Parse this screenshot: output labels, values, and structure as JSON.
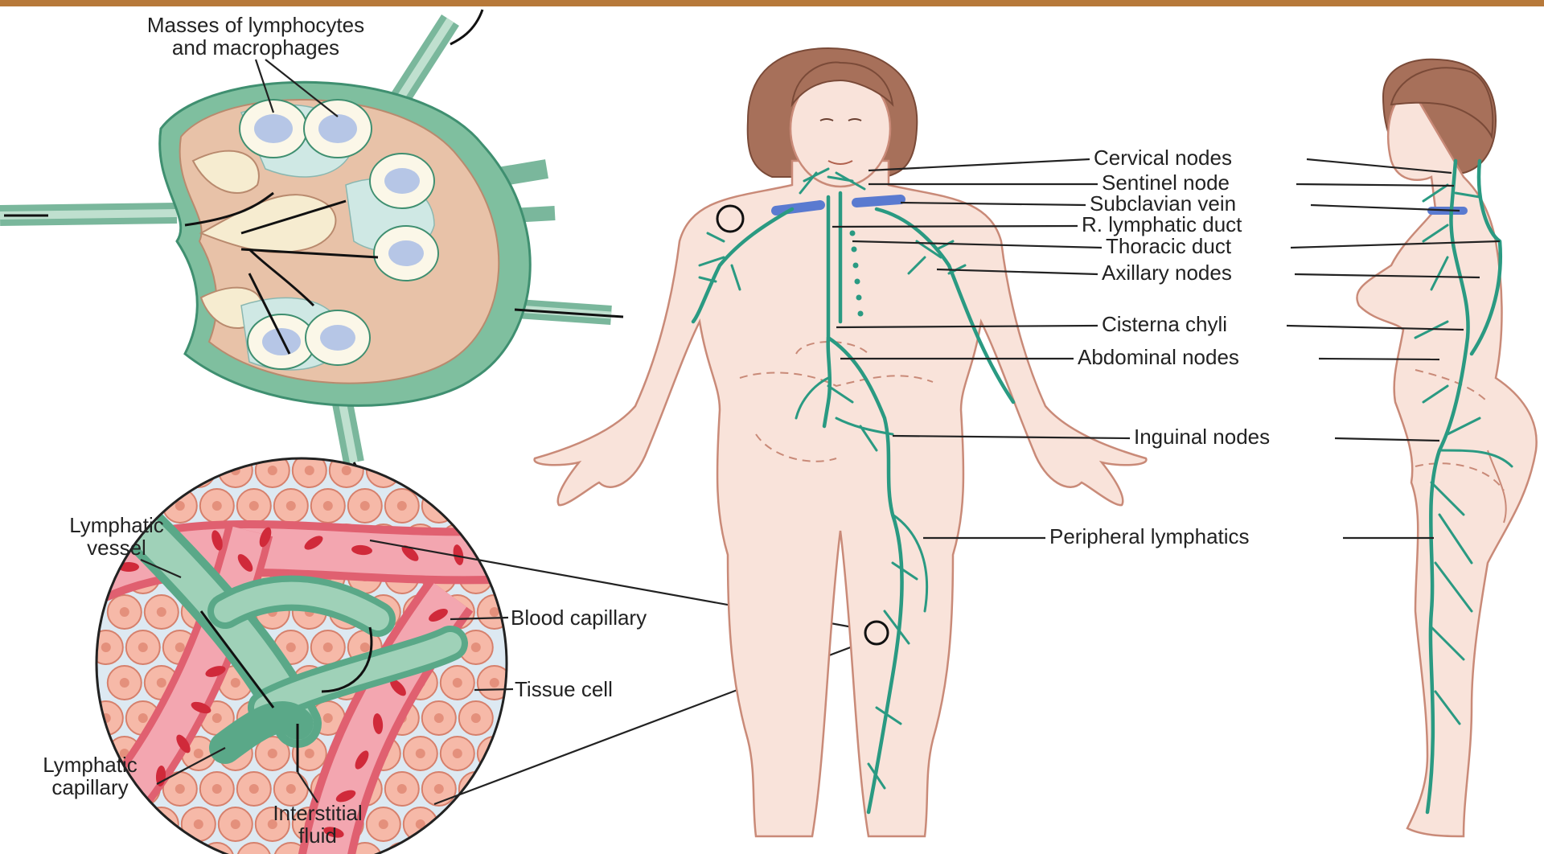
{
  "labels": {
    "node_masses_line1": "Masses of lymphocytes",
    "node_masses_line2": "and macrophages",
    "lymph_vessel_line1": "Lymphatic",
    "lymph_vessel_line2": "vessel",
    "blood_capillary": "Blood capillary",
    "tissue_cell": "Tissue cell",
    "lymph_capillary_line1": "Lymphatic",
    "lymph_capillary_line2": "capillary",
    "interstitial_line1": "Interstitial",
    "interstitial_line2": "fluid",
    "cervical_nodes": "Cervical nodes",
    "sentinel_node": "Sentinel node",
    "subclavian_vein": "Subclavian vein",
    "r_lymphatic_duct": "R. lymphatic duct",
    "thoracic_duct": "Thoracic duct",
    "axillary_nodes": "Axillary nodes",
    "cisterna_chyli": "Cisterna chyli",
    "abdominal_nodes": "Abdominal nodes",
    "inguinal_nodes": "Inguinal nodes",
    "peripheral_lymphatics": "Peripheral lymphatics"
  },
  "colors": {
    "lymphatic": "#2a9a82",
    "skin": "#f9e3da",
    "hair": "#a7705a",
    "blood": "#e06070",
    "vein": "#5a7ad0",
    "node_capsule": "#6fb59a",
    "node_tissue": "#e8c2a8"
  }
}
